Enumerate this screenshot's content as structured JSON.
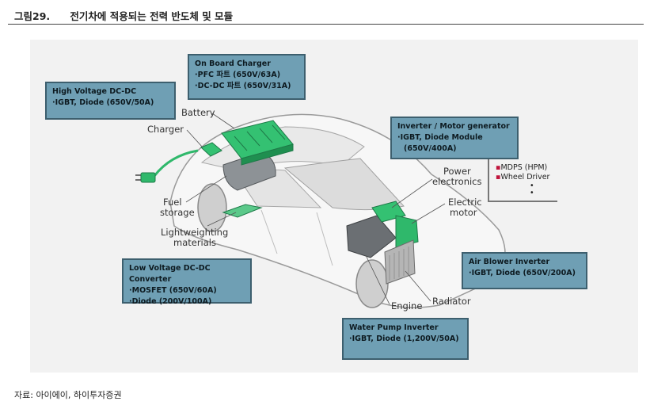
{
  "header": {
    "figure_number": "그림29.",
    "title": "전기차에 적용되는 전력 반도체 및 모듈"
  },
  "boxes": {
    "on_board_charger": {
      "title": "On Board Charger",
      "lines": [
        "PFC 파트 (650V/63A)",
        "DC-DC 파트 (650V/31A)"
      ]
    },
    "high_voltage_dcdc": {
      "title": "High Voltage DC-DC",
      "lines": [
        "IGBT, Diode (650V/50A)"
      ]
    },
    "inverter_motor": {
      "title": "Inverter / Motor generator",
      "lines": [
        "IGBT, Diode Module",
        "(650V/400A)"
      ]
    },
    "low_voltage_dcdc": {
      "title": "Low Voltage DC-DC Converter",
      "lines": [
        "MOSFET (650V/60A)",
        "Diode (200V/100A)"
      ]
    },
    "air_blower": {
      "title": "Air Blower Inverter",
      "lines": [
        "IGBT, Diode (650V/200A)"
      ]
    },
    "water_pump": {
      "title": "Water Pump Inverter",
      "lines": [
        "IGBT, Diode (1,200V/50A)"
      ]
    }
  },
  "component_labels": {
    "battery": "Battery",
    "charger": "Charger",
    "fuel_storage": [
      "Fuel",
      "storage"
    ],
    "lightweighting": [
      "Lightweighting",
      "materials"
    ],
    "power_electronics": [
      "Power",
      "electronics"
    ],
    "electric_motor": [
      "Electric",
      "motor"
    ],
    "engine": "Engine",
    "radiator": "Radiator"
  },
  "side_list": {
    "items": [
      "MDPS (HPM)",
      "Wheel Driver"
    ],
    "dots": [
      "•",
      "•"
    ]
  },
  "colors": {
    "box_fill": "#6f9fb4",
    "box_border": "#3d5f6e",
    "component_green": "#2fb86b",
    "bullet_red": "#c0143c"
  },
  "footer": {
    "source": "자료: 아이에이, 하이투자증권"
  }
}
